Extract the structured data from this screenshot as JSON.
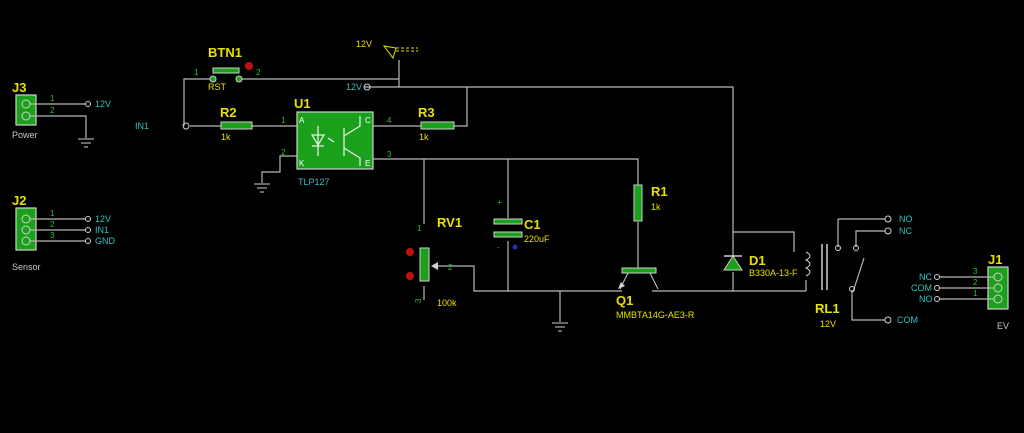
{
  "components": {
    "j3": {
      "ref": "J3",
      "label": "Power",
      "pins": [
        "1",
        "2"
      ],
      "net": "12V"
    },
    "j2": {
      "ref": "J2",
      "label": "Sensor",
      "pins": [
        "1",
        "2",
        "3"
      ],
      "nets": [
        "12V",
        "IN1",
        "GND"
      ]
    },
    "btn1": {
      "ref": "BTN1",
      "value": "RST",
      "pins": [
        "1",
        "2"
      ]
    },
    "r2": {
      "ref": "R2",
      "value": "1k",
      "pin": "1"
    },
    "u1": {
      "ref": "U1",
      "value": "TLP127",
      "pins": [
        "1",
        "2",
        "3",
        "4"
      ],
      "inner": [
        "A",
        "K",
        "C",
        "E"
      ]
    },
    "r3": {
      "ref": "R3",
      "value": "1k",
      "pin": "4"
    },
    "rv1": {
      "ref": "RV1",
      "value": "100k",
      "pins": [
        "1",
        "2",
        "3"
      ]
    },
    "c1": {
      "ref": "C1",
      "value": "220uF",
      "plus": "+",
      "minus": "-"
    },
    "r1": {
      "ref": "R1",
      "value": "1k"
    },
    "q1": {
      "ref": "Q1",
      "value": "MMBTA14G-AE3-R"
    },
    "d1": {
      "ref": "D1",
      "value": "B330A-13-F"
    },
    "rl1": {
      "ref": "RL1",
      "value": "12V"
    },
    "j1": {
      "ref": "J1",
      "label": "EV",
      "pins": [
        "3",
        "2",
        "1"
      ],
      "nets": [
        "NC",
        "COM",
        "NO"
      ]
    }
  },
  "nets": {
    "in1": "IN1",
    "vcc_top": "12V",
    "vcc_mid": "12V",
    "relay_no": "NO",
    "relay_nc": "NC",
    "relay_com": "COM"
  },
  "colors": {
    "background": "#000000",
    "body": "#1aa01a",
    "wire": "#b8b8b8",
    "ref": "#e8e000",
    "net": "#34c0c0"
  }
}
